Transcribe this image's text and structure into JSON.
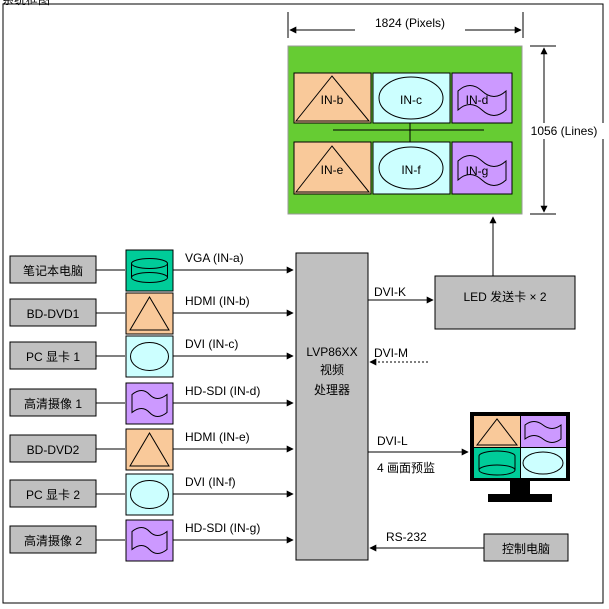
{
  "header": {
    "corner_text": "系统框图"
  },
  "display_wall": {
    "width_label": "1824 (Pixels)",
    "height_label": "1056 (Lines)",
    "tiles": [
      "IN-b",
      "IN-c",
      "IN-d",
      "IN-e",
      "IN-f",
      "IN-g"
    ]
  },
  "sources": [
    {
      "label": "笔记本电脑",
      "signal": "VGA (IN-a)",
      "icon": "cylinder-icon",
      "color": "#00cc99"
    },
    {
      "label": "BD-DVD1",
      "signal": "HDMI (IN-b)",
      "icon": "triangle-icon",
      "color": "#f9c99a"
    },
    {
      "label": "PC 显卡 1",
      "signal": "DVI (IN-c)",
      "icon": "ellipse-icon",
      "color": "#ccffff"
    },
    {
      "label": "高清摄像 1",
      "signal": "HD-SDI (IN-d)",
      "icon": "wave-flag-icon",
      "color": "#cc99ff"
    },
    {
      "label": "BD-DVD2",
      "signal": "HDMI (IN-e)",
      "icon": "triangle-icon",
      "color": "#f9c99a"
    },
    {
      "label": "PC 显卡 2",
      "signal": "DVI (IN-f)",
      "icon": "ellipse-icon",
      "color": "#ccffff"
    },
    {
      "label": "高清摄像 2",
      "signal": "HD-SDI (IN-g)",
      "icon": "wave-flag-icon",
      "color": "#cc99ff"
    }
  ],
  "processor": {
    "line1": "LVP86XX",
    "line2": "视频",
    "line3": "处理器"
  },
  "outputs": {
    "dvi_k": "DVI-K",
    "dvi_m": "DVI-M",
    "dvi_l": "DVI-L",
    "preview_label": "4 画面预监",
    "rs232": "RS-232",
    "led_sender": "LED  发送卡  × 2",
    "control_pc": "控制电脑"
  },
  "colors": {
    "green": "#66cc33",
    "orange": "#f9c99a",
    "cyan": "#ccffff",
    "purple": "#cc99ff",
    "gray": "#c0c0c0",
    "cylinder": "#00cc99"
  }
}
